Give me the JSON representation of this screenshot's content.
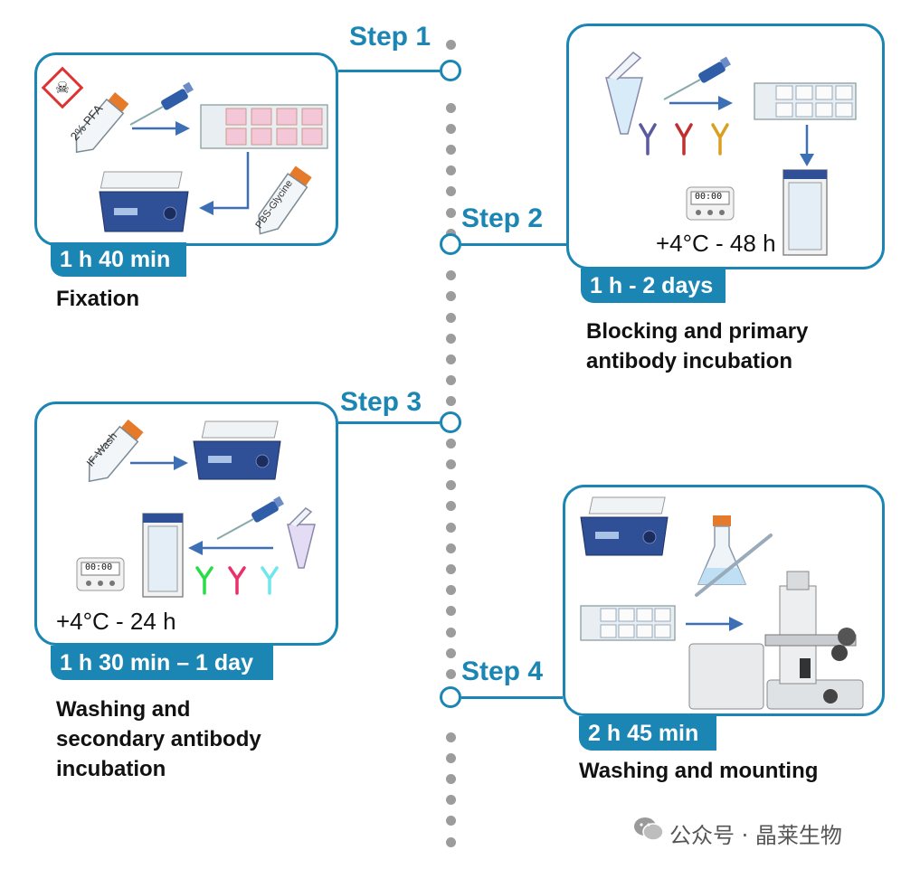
{
  "steps": [
    {
      "label": "Step 1",
      "duration": "1 h 40 min",
      "caption_lines": [
        "Fixation"
      ],
      "reagents": [
        "2% PFA",
        "PBS-Glycine"
      ]
    },
    {
      "label": "Step 2",
      "duration": "1 h - 2 days",
      "caption_lines": [
        "Blocking and primary",
        "antibody incubation"
      ],
      "temperature": "+4°C - 48 h",
      "timer": "00:00"
    },
    {
      "label": "Step 3",
      "duration": "1 h 30 min – 1 day",
      "caption_lines": [
        "Washing and",
        "secondary antibody",
        "incubation"
      ],
      "temperature": "+4°C - 24 h",
      "timer": "00:00",
      "reagents": [
        "IF-Wash"
      ]
    },
    {
      "label": "Step 4",
      "duration": "2 h 45 min",
      "caption_lines": [
        "Washing and mounting"
      ]
    }
  ],
  "watermark": "公众号 · 晶莱生物",
  "colors": {
    "accent": "#1b86b4",
    "timeline_dots": "#9c9c9c",
    "arrow": "#3d6fb5"
  }
}
